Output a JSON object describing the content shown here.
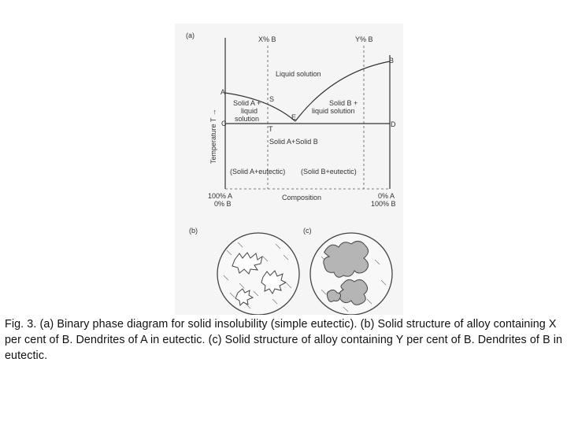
{
  "figure": {
    "panel_a": {
      "tag": "(a)",
      "x_label": "X% B",
      "y_label": "Y% B",
      "point_labels": {
        "A": "A",
        "B": "B",
        "C": "C",
        "D": "D",
        "S": "S",
        "E": "E",
        "T": "T"
      },
      "regions": {
        "liquid": "Liquid solution",
        "solid_a_liquid": [
          "Solid A +",
          "liquid",
          "solution"
        ],
        "solid_b_liquid": [
          "Solid B +",
          "liquid solution"
        ],
        "solid_a_b": "Solid A+Solid B",
        "eutectic_a": "(Solid A+eutectic)",
        "eutectic_b": "(Solid B+eutectic)"
      },
      "axis_y": "Temperature T →",
      "axis_x": "Composition",
      "left_axis_labels": [
        "100% A",
        "0% B"
      ],
      "right_axis_labels": [
        "0% A",
        "100% B"
      ]
    },
    "panel_b": {
      "tag": "(b)"
    },
    "panel_c": {
      "tag": "(c)"
    }
  },
  "caption": "Fig. 3. (a) Binary phase diagram for solid insolubility (simple eutectic). (b) Solid structure of alloy containing X per cent of B. Dendrites of A in eutectic. (c) Solid structure of alloy containing Y per cent of B. Dendrites of B in eutectic."
}
